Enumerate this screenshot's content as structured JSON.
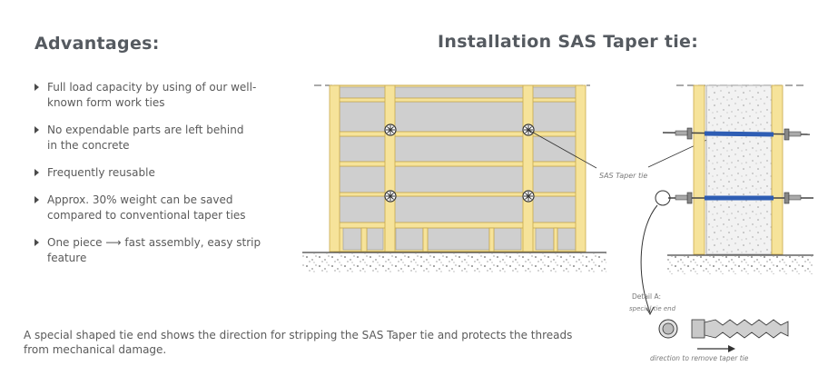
{
  "advantages": {
    "title": "Advantages:",
    "items": [
      {
        "line1": "Full load capacity by using of our well-",
        "line2": "known form work ties"
      },
      {
        "line1": "No expendable parts are left behind",
        "line2": "in the concrete"
      },
      {
        "line1": "Frequently reusable",
        "line2": ""
      },
      {
        "line1": "Approx. 30% weight can be saved",
        "line2": "compared to conventional taper ties"
      },
      {
        "line1": "One piece ⟶ fast assembly, easy strip",
        "line2": "feature"
      }
    ]
  },
  "installation": {
    "title": "Installation SAS Taper tie:",
    "tie_label": "SAS Taper tie",
    "detail_label": "Detail A:",
    "special_tie_end_label": "special tie end",
    "direction_label": "direction to remove taper tie"
  },
  "footnote": {
    "line1": "A special shaped tie end shows the direction for stripping the SAS Taper tie and protects the threads",
    "line2": "from mechanical damage."
  },
  "colors": {
    "timber": "#f6e39a",
    "timber_edge": "#c9a94a",
    "panel": "#cfcfcf",
    "tie": "#2e5db4",
    "heading": "#555a60"
  }
}
